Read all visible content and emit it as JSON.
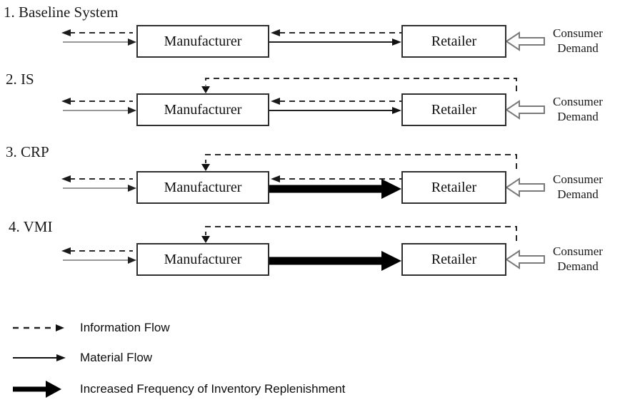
{
  "figure": {
    "rows": [
      {
        "title": "1. Baseline System",
        "manufacturer_label": "Manufacturer",
        "retailer_label": "Retailer",
        "demand_label": "Consumer Demand"
      },
      {
        "title": "2. IS",
        "manufacturer_label": "Manufacturer",
        "retailer_label": "Retailer",
        "demand_label": "Consumer Demand"
      },
      {
        "title": "3. CRP",
        "manufacturer_label": "Manufacturer",
        "retailer_label": "Retailer",
        "demand_label": "Consumer Demand"
      },
      {
        "title": "4. VMI",
        "manufacturer_label": "Manufacturer",
        "retailer_label": "Retailer",
        "demand_label": "Consumer Demand"
      }
    ],
    "legend": {
      "items": [
        {
          "symbol": "dashed-arrow",
          "label": "Information Flow"
        },
        {
          "symbol": "solid-arrow",
          "label": "Material Flow"
        },
        {
          "symbol": "thick-arrow",
          "label": "Increased Frequency of Inventory Replenishment"
        }
      ]
    },
    "colors": {
      "line_dark": "#2b2b2b",
      "line_gray": "#777777",
      "box_border": "#2f2f2f",
      "background": "#ffffff"
    }
  }
}
